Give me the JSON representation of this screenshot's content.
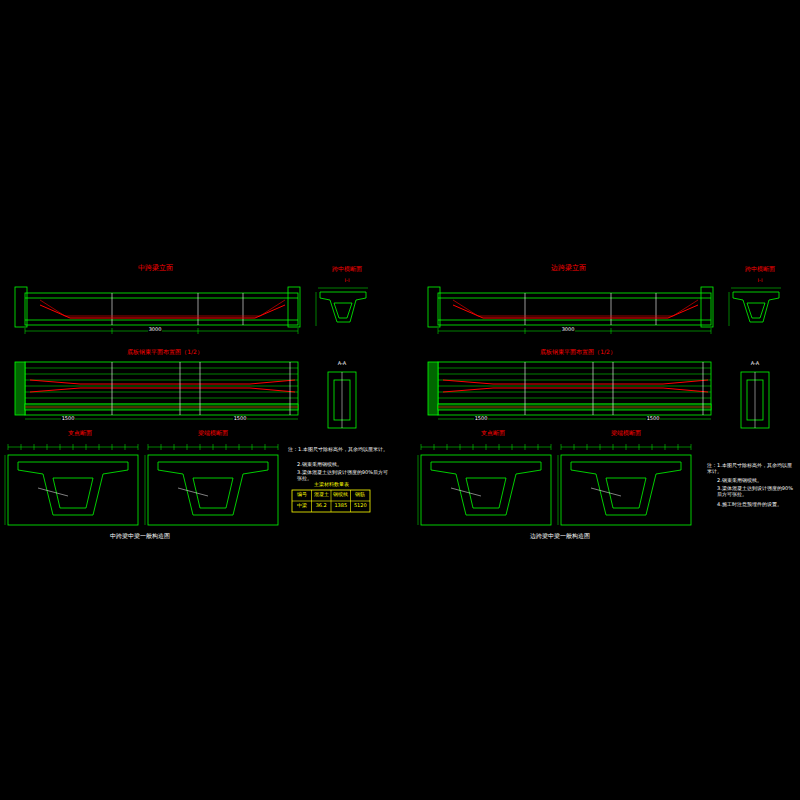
{
  "diagram": {
    "labels": [
      "中跨梁立面",
      "跨中横断面",
      "I-I",
      "底板钢束平面布置图（1/2）",
      "A-A",
      "支点断面",
      "梁端横断面",
      "3000",
      "1500",
      "1500",
      "注：1.本图尺寸除标高外，其余均以厘米计。",
      "2.钢束采用钢绞线。",
      "3.梁体混凝土达到设计强度的90%后方可张拉。",
      "主梁材料数量表",
      "编号",
      "混凝土",
      "钢绞线",
      "钢筋",
      "中梁",
      "36.2",
      "1385",
      "5120",
      "中跨梁中梁一般构造图",
      "边跨梁立面",
      "跨中横断面",
      "I-I",
      "底板钢束平面布置图（1/2）",
      "A-A",
      "支点断面",
      "梁端横断面",
      "3000",
      "1500",
      "1500",
      "注：1.本图尺寸除标高外，其余均以厘米计。",
      "2.钢束采用钢绞线。",
      "3.梁体混凝土达到设计强度的90%后方可张拉。",
      "4.施工时注意预埋件的设置。",
      "边跨梁中梁一般构造图"
    ]
  }
}
